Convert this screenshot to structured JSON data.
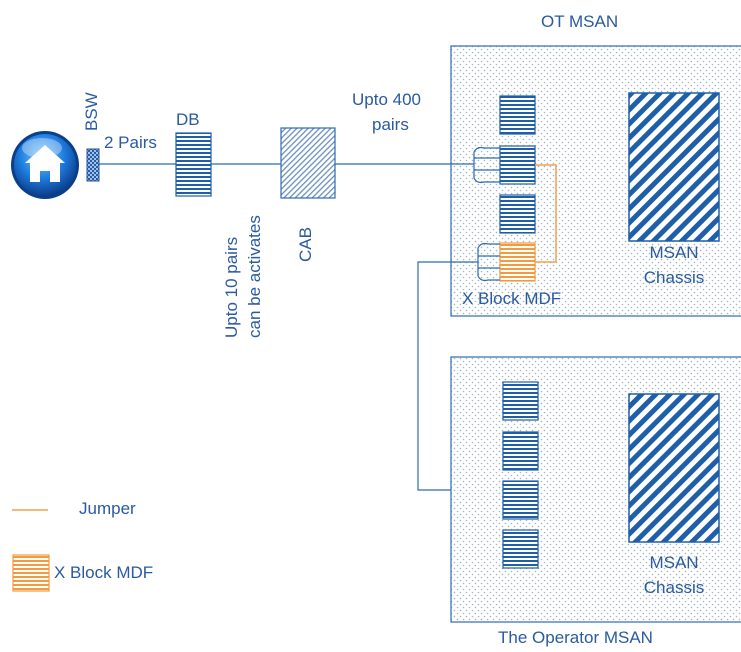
{
  "colors": {
    "primary_blue": "#1f5ea8",
    "line_blue": "#2d6bb3",
    "jumper_orange": "#f0a14a",
    "mdf_orange": "#f29a3c",
    "dot_grey": "#9fb3cc"
  },
  "top_panel": {
    "title": "OT MSAN",
    "chassis_label_1": "MSAN",
    "chassis_label_2": "Chassis",
    "mdf_label": "X Block MDF"
  },
  "bottom_panel": {
    "title": "The Operator  MSAN",
    "chassis_label_1": "MSAN",
    "chassis_label_2": "Chassis"
  },
  "home": {
    "icon": "home-icon"
  },
  "labels": {
    "bsw": "BSW",
    "pairs_2": "2 Pairs",
    "db": "DB",
    "cab": "CAB",
    "upto_400_line1": "Upto 400",
    "upto_400_line2": "pairs",
    "upto_10_line1": "Upto 10 pairs",
    "upto_10_line2": "can be activates"
  },
  "legend": {
    "jumper": "Jumper",
    "xblock": "X Block MDF"
  }
}
